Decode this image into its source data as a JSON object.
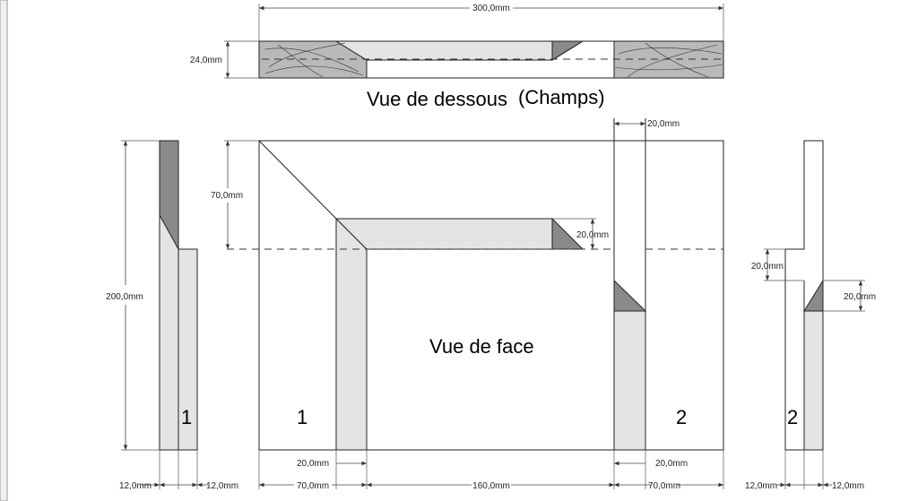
{
  "views": {
    "bottom_title": "Vue de dessous",
    "bottom_subtitle": "(Champs)",
    "front_title": "Vue de face"
  },
  "part_labels": {
    "left_side": "1",
    "front_left": "1",
    "front_right": "2",
    "right_side": "2"
  },
  "dimensions": {
    "total_width": "300,0mm",
    "thickness_bottom": "24,0mm",
    "top_right_width": "20,0mm",
    "rail_height": "70,0mm",
    "notch_small": "20,0mm",
    "side_height": "200,0mm",
    "right_side_offset": "20,0mm",
    "right_side_chamfer": "20,0mm",
    "left_inner_20": "20,0mm",
    "right_inner_20": "20,0mm",
    "bottom_12_a": "12,0mm",
    "bottom_12_b": "12,0mm",
    "bottom_70_left": "70,0mm",
    "bottom_160": "160,0mm",
    "bottom_70_right": "70,0mm",
    "bottom_12_c": "12,0mm",
    "bottom_12_d": "12,0mm"
  }
}
